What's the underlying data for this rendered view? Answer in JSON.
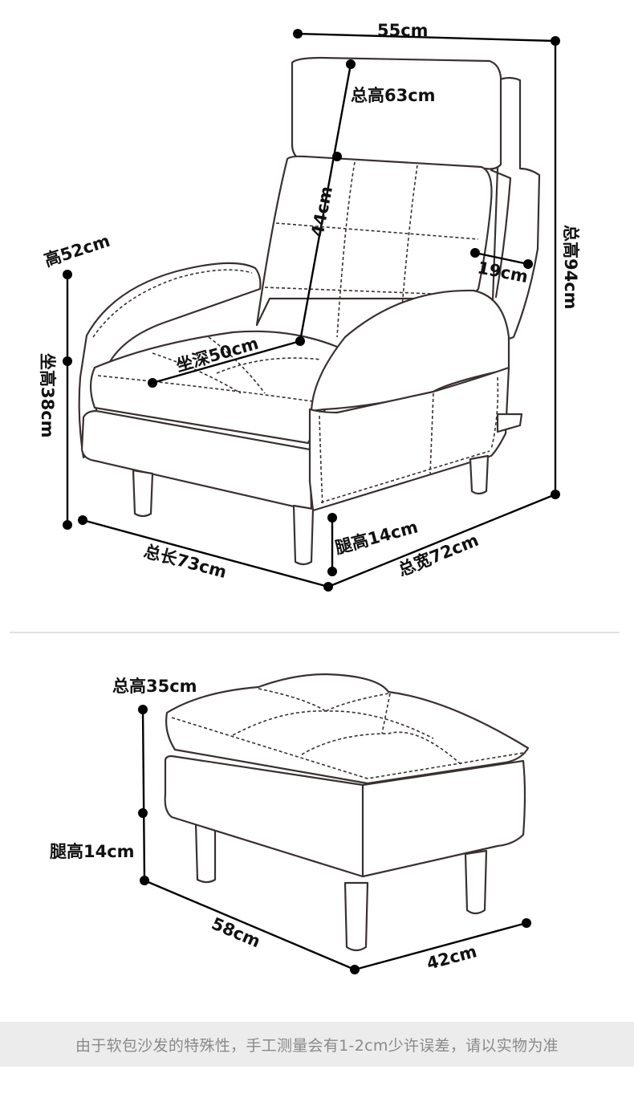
{
  "chair": {
    "width_top": "55cm",
    "total_height_back": "总高63cm",
    "back_height": "44cm",
    "armrest_height": "高52cm",
    "seat_height": "坐高38cm",
    "seat_depth": "坐深50cm",
    "armrest_width": "19cm",
    "total_height": "总高94cm",
    "total_length": "总长73cm",
    "leg_height": "腿高14cm",
    "total_width": "总宽72cm"
  },
  "ottoman": {
    "total_height": "总高35cm",
    "leg_height": "腿高14cm",
    "length": "58cm",
    "width": "42cm"
  },
  "footer": {
    "note": "由于软包沙发的特殊性，手工测量会有1-2cm少许误差，请以实物为准"
  }
}
